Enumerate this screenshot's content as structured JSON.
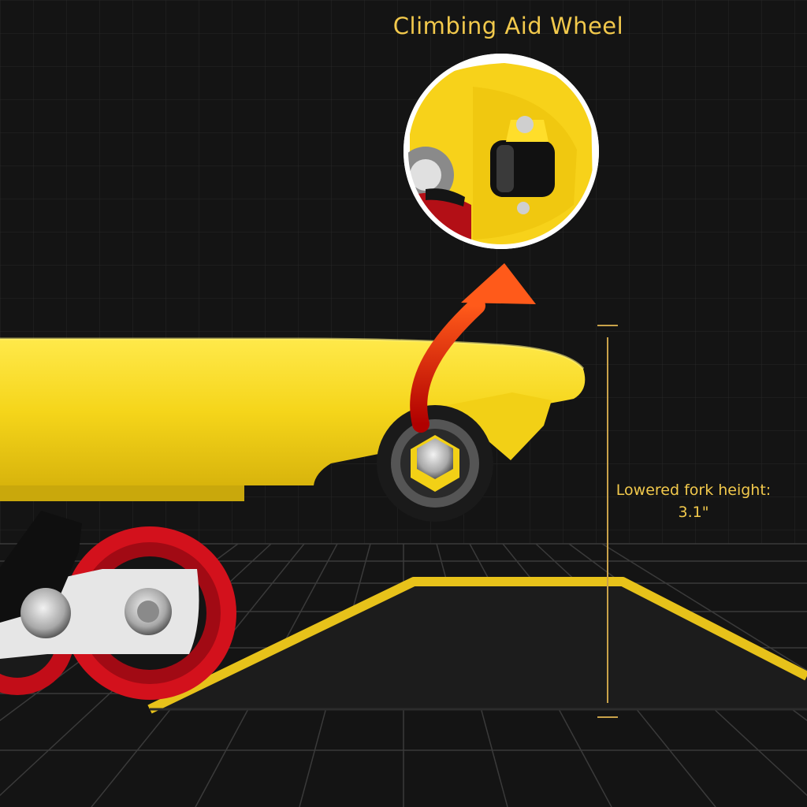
{
  "callout": {
    "title": "Climbing Aid Wheel"
  },
  "measurement": {
    "label": "Lowered fork height:",
    "value": "3.1\""
  },
  "colors": {
    "background": "#141414",
    "grid": "#2a2a2a",
    "fork_yellow": "#f7dc1e",
    "accent_gold": "#f2c94c",
    "ramp_dark": "#1c1c1c",
    "ramp_edge": "#e7c21a",
    "wheel_red": "#d3111c",
    "arrow_start": "#c40000",
    "arrow_end": "#ff5a1a"
  },
  "icons": {
    "arrow": "curved-up-arrow",
    "dimension": "vertical-dimension-line"
  }
}
